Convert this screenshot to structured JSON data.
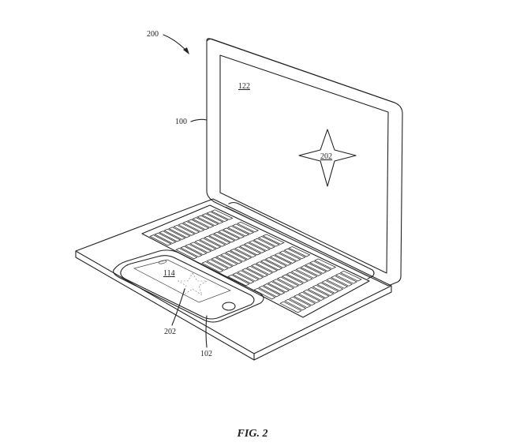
{
  "labels": {
    "system": "200",
    "laptop": "100",
    "display_region": "122",
    "star_display": "202",
    "phone_display": "114",
    "star_phone": "202",
    "phone": "102"
  },
  "caption": "FIG. 2"
}
